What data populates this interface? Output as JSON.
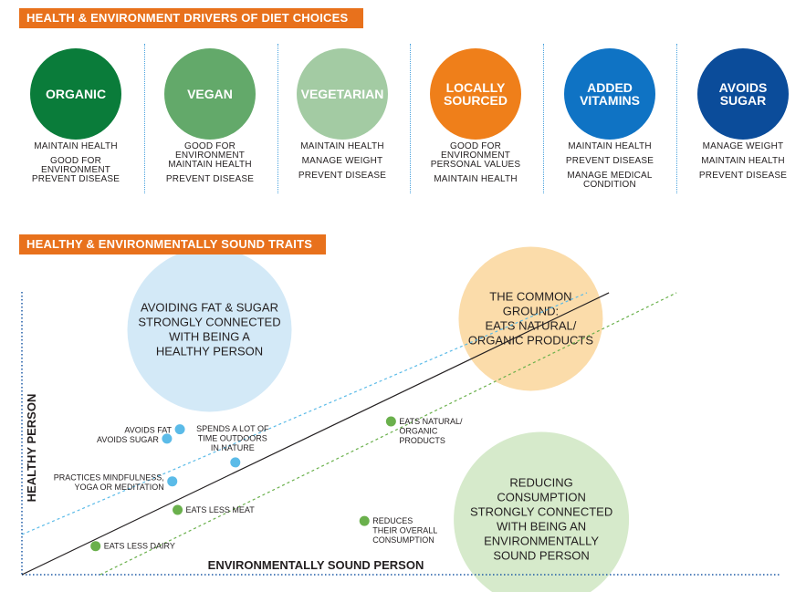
{
  "section1": {
    "title": "HEALTH & ENVIRONMENT DRIVERS OF DIET CHOICES",
    "drivers": [
      {
        "name": "ORGANIC",
        "color": "#0a7c3a",
        "reasons": [
          "MAINTAIN HEALTH",
          "GOOD FOR ENVIRONMENT",
          "PREVENT DISEASE"
        ]
      },
      {
        "name": "VEGAN",
        "color": "#63a96a",
        "reasons": [
          "GOOD FOR ENVIRONMENT",
          "MAINTAIN HEALTH",
          "PREVENT DISEASE"
        ]
      },
      {
        "name": "VEGETARIAN",
        "color": "#a3cba3",
        "reasons": [
          "MAINTAIN HEALTH",
          "MANAGE WEIGHT",
          "PREVENT DISEASE"
        ]
      },
      {
        "name": "LOCALLY SOURCED",
        "color": "#ef7f1a",
        "reasons": [
          "GOOD FOR ENVIRONMENT",
          "PERSONAL VALUES",
          "MAINTAIN HEALTH"
        ]
      },
      {
        "name": "ADDED VITAMINS",
        "color": "#0f73c4",
        "reasons": [
          "MAINTAIN HEALTH",
          "PREVENT DISEASE",
          "MANAGE MEDICAL CONDITION"
        ]
      },
      {
        "name": "AVOIDS SUGAR",
        "color": "#0b4c9a",
        "reasons": [
          "MANAGE WEIGHT",
          "MAINTAIN HEALTH",
          "PREVENT DISEASE"
        ]
      }
    ]
  },
  "section2": {
    "title": "HEALTHY & ENVIRONMENTALLY SOUND TRAITS"
  },
  "chart_data": {
    "type": "scatter",
    "xlabel": "ENVIRONMENTALLY SOUND PERSON",
    "ylabel": "HEALTHY PERSON",
    "xlim": [
      0,
      100
    ],
    "ylim": [
      0,
      100
    ],
    "colors": {
      "health": "#5bbbe8",
      "environment": "#6ab04c",
      "diagonal": "#231f20"
    },
    "points": [
      {
        "label": "AVOIDS FAT",
        "x": 20.8,
        "y": 51.4,
        "group": "health"
      },
      {
        "label": "AVOIDS SUGAR",
        "x": 19.1,
        "y": 48.1,
        "group": "health"
      },
      {
        "label": "SPENDS A LOT OF TIME OUTDOORS IN NATURE",
        "x": 28.1,
        "y": 39.7,
        "group": "health"
      },
      {
        "label": "PRACTICES MINDFULNESS, YOGA OR MEDITATION",
        "x": 19.8,
        "y": 33.0,
        "group": "health"
      },
      {
        "label": "EATS NATURAL/ ORGANIC PRODUCTS",
        "x": 48.6,
        "y": 54.2,
        "group": "environment"
      },
      {
        "label": "EATS LESS MEAT",
        "x": 20.5,
        "y": 22.9,
        "group": "environment"
      },
      {
        "label": "REDUCES THEIR OVERALL CONSUMPTION",
        "x": 45.1,
        "y": 19.0,
        "group": "environment"
      },
      {
        "label": "EATS LESS DAIRY",
        "x": 9.7,
        "y": 10.1,
        "group": "environment"
      }
    ],
    "bubbles": [
      {
        "text": "AVOIDING FAT & SUGAR STRONGLY CONNECTED WITH BEING A HEALTHY PERSON",
        "x": 24.7,
        "y": 86.6,
        "color": "#d3e9f7"
      },
      {
        "text": "THE COMMON GROUND: EATS NATURAL/ ORGANIC PRODUCTS",
        "x": 67.0,
        "y": 90.5,
        "color": "#fbdcaa"
      },
      {
        "text": "REDUCING CONSUMPTION STRONGLY CONNECTED WITH BEING AN ENVIRONMENTALLY SOUND PERSON",
        "x": 68.4,
        "y": 19.5,
        "color": "#d6eacb"
      }
    ]
  }
}
